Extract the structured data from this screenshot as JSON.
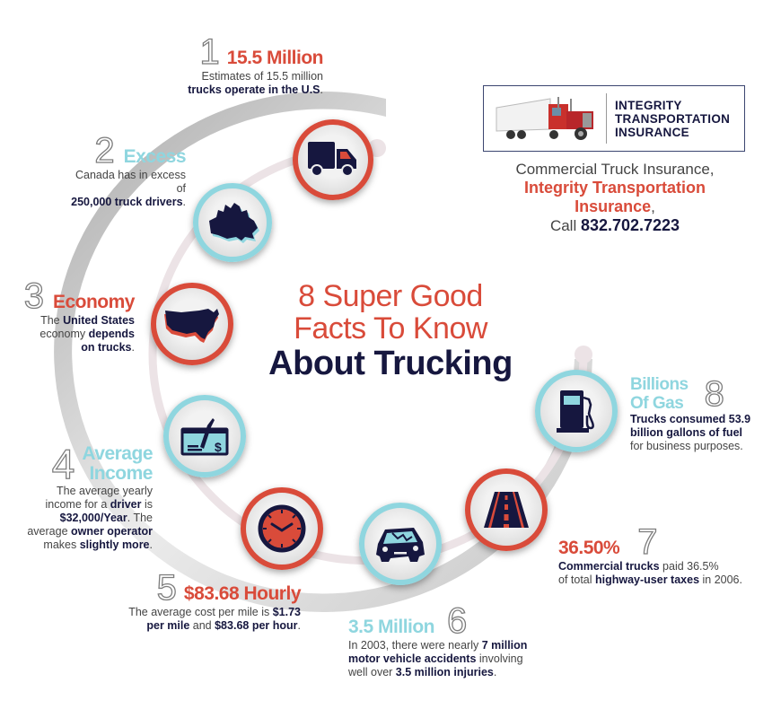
{
  "title": {
    "line1": "8 Super Good",
    "line2": "Facts To Know",
    "line3": "About Trucking"
  },
  "sponsor": {
    "logo_lines": [
      "INTEGRITY",
      "TRANSPORTATION",
      "INSURANCE"
    ],
    "logo_image": "red semi-truck with white trailer",
    "cta_line1": "Commercial Truck Insurance,",
    "cta_company": "Integrity Transportation Insurance",
    "cta_comma": ",",
    "cta_call": "Call ",
    "cta_phone": "832.702.7223"
  },
  "colors": {
    "red": "#d94b3a",
    "teal": "#8fd6df",
    "navy": "#16173f",
    "gray_text": "#444444",
    "track": "#ece3e6"
  },
  "facts": [
    {
      "number": "1",
      "heading": "15.5 Million",
      "heading_color": "red",
      "icon": "delivery-truck-icon",
      "ring": "red",
      "text": [
        {
          "t": "Estimates of 15.5 million",
          "b": false
        },
        {
          "t": "trucks operate in the U.S",
          "b": true
        },
        {
          "t": ".",
          "b": false
        }
      ]
    },
    {
      "number": "2",
      "heading": "Excess",
      "heading_color": "teal",
      "icon": "canada-map-icon",
      "ring": "teal",
      "text": [
        {
          "t": "Canada has in excess of",
          "b": false
        },
        {
          "t": "250,000 truck drivers",
          "b": true
        },
        {
          "t": ".",
          "b": false
        }
      ]
    },
    {
      "number": "3",
      "heading": "Economy",
      "heading_color": "red",
      "icon": "usa-map-icon",
      "ring": "red",
      "text": [
        {
          "t": "The ",
          "b": false
        },
        {
          "t": "United States",
          "b": true
        },
        {
          "t": "economy ",
          "b": false
        },
        {
          "t": "depends",
          "b": true
        },
        {
          "t": "on trucks",
          "b": true
        },
        {
          "t": ".",
          "b": false
        }
      ]
    },
    {
      "number": "4",
      "heading_line1": "Average",
      "heading_line2": "Income",
      "heading_color": "teal",
      "icon": "check-pen-icon",
      "ring": "teal",
      "text": [
        {
          "t": "The average yearly",
          "b": false
        },
        {
          "t": "income for a ",
          "b": false
        },
        {
          "t": "driver",
          "b": true
        },
        {
          "t": " is",
          "b": false
        },
        {
          "t": "$32,000/Year",
          "b": true
        },
        {
          "t": ". The",
          "b": false
        },
        {
          "t": "average ",
          "b": false
        },
        {
          "t": "owner operator",
          "b": true
        },
        {
          "t": "makes ",
          "b": false
        },
        {
          "t": "slightly more",
          "b": true
        },
        {
          "t": ".",
          "b": false
        }
      ]
    },
    {
      "number": "5",
      "heading": "$83.68 Hourly",
      "heading_color": "red",
      "icon": "clock-icon",
      "ring": "red",
      "text": [
        {
          "t": "The average cost per mile is ",
          "b": false
        },
        {
          "t": "$1.73",
          "b": true
        },
        {
          "t": "per mile",
          "b": true
        },
        {
          "t": " and ",
          "b": false
        },
        {
          "t": "$83.68 per hour",
          "b": true
        },
        {
          "t": ".",
          "b": false
        }
      ]
    },
    {
      "number": "6",
      "heading": "3.5 Million",
      "heading_color": "teal",
      "icon": "wrecked-car-icon",
      "ring": "teal",
      "text": [
        {
          "t": "In 2003, there were nearly ",
          "b": false
        },
        {
          "t": "7 million",
          "b": true
        },
        {
          "t": "motor vehicle accidents",
          "b": true
        },
        {
          "t": " involving",
          "b": false
        },
        {
          "t": "well over ",
          "b": false
        },
        {
          "t": "3.5 million injuries",
          "b": true
        },
        {
          "t": ".",
          "b": false
        }
      ]
    },
    {
      "number": "7",
      "heading": "36.50%",
      "heading_color": "red",
      "icon": "highway-road-icon",
      "ring": "red",
      "text": [
        {
          "t": "Commercial trucks",
          "b": true
        },
        {
          "t": " paid 36.5%",
          "b": false
        },
        {
          "t": "of total ",
          "b": false
        },
        {
          "t": "highway-user taxes",
          "b": true
        },
        {
          "t": " in 2006.",
          "b": false
        }
      ]
    },
    {
      "number": "8",
      "heading_line1": "Billions",
      "heading_line2": "Of Gas",
      "heading_color": "teal",
      "icon": "gas-pump-icon",
      "ring": "teal",
      "text": [
        {
          "t": "Trucks consumed 53.9",
          "b": true
        },
        {
          "t": "billion gallons of fuel",
          "b": true
        },
        {
          "t": "for business purposes.",
          "b": false
        }
      ]
    }
  ]
}
